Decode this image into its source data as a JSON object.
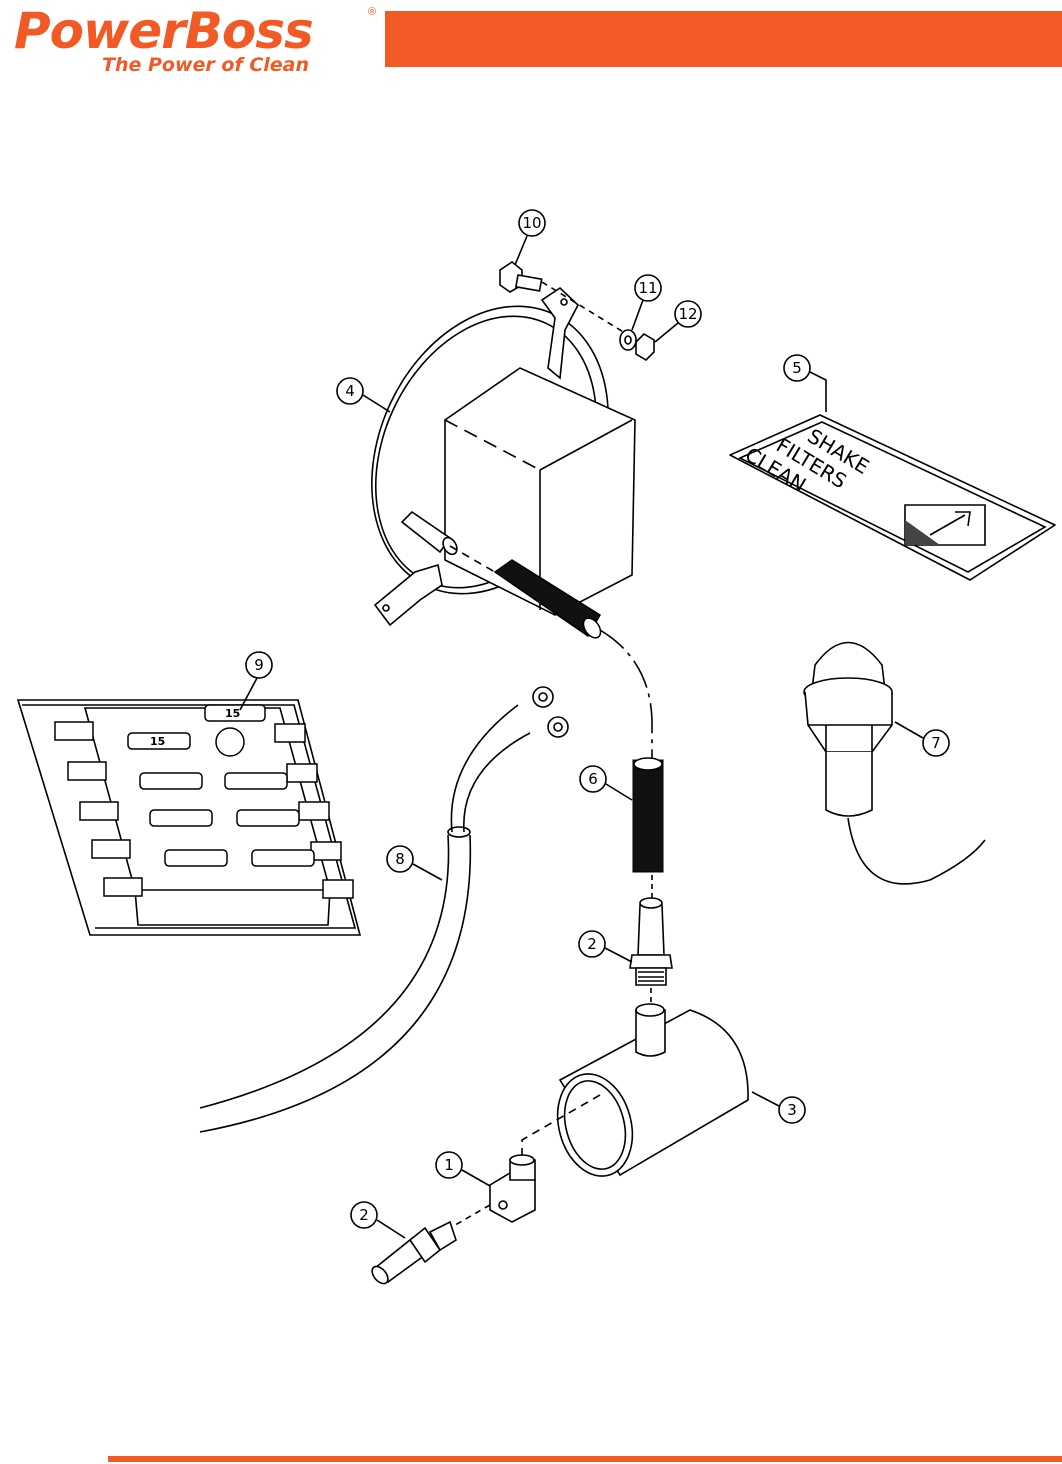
{
  "brand": {
    "name": "PowerBoss",
    "registered": "®",
    "tagline": "The Power of Clean",
    "color": "#f15a24"
  },
  "diagram": {
    "callouts": [
      "1",
      "2",
      "2",
      "3",
      "4",
      "5",
      "6",
      "7",
      "8",
      "9",
      "10",
      "11",
      "12"
    ],
    "label_text": {
      "line1": "SHAKE",
      "line2": "FILTERS",
      "line3": "CLEAN"
    },
    "fuse_labels": [
      "15",
      "15"
    ]
  }
}
